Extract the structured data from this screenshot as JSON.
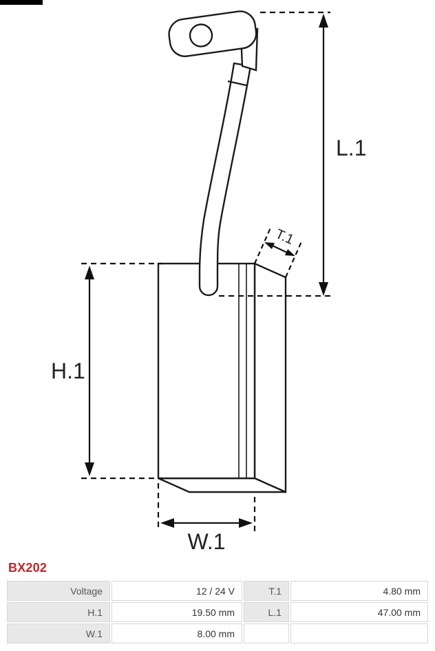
{
  "part": {
    "number": "BX202"
  },
  "diagram": {
    "labels": {
      "l1": "L.1",
      "h1": "H.1",
      "w1": "W.1",
      "t1": "T.1"
    }
  },
  "colors": {
    "part_number_accent": "#c4242b",
    "drawing_line": "#1b1b1b",
    "label_cell_bg": "#e8e8e8",
    "value_cell_bg": "#ffffff"
  },
  "spec_table": {
    "rows": [
      {
        "cells": [
          {
            "label": "Voltage",
            "value": "12 / 24 V"
          },
          {
            "label": "T.1",
            "value": "4.80 mm"
          }
        ]
      },
      {
        "cells": [
          {
            "label": "H.1",
            "value": "19.50 mm"
          },
          {
            "label": "L.1",
            "value": "47.00 mm"
          }
        ]
      },
      {
        "cells": [
          {
            "label": "W.1",
            "value": "8.00 mm"
          },
          {
            "label": "",
            "value": ""
          }
        ]
      }
    ]
  }
}
